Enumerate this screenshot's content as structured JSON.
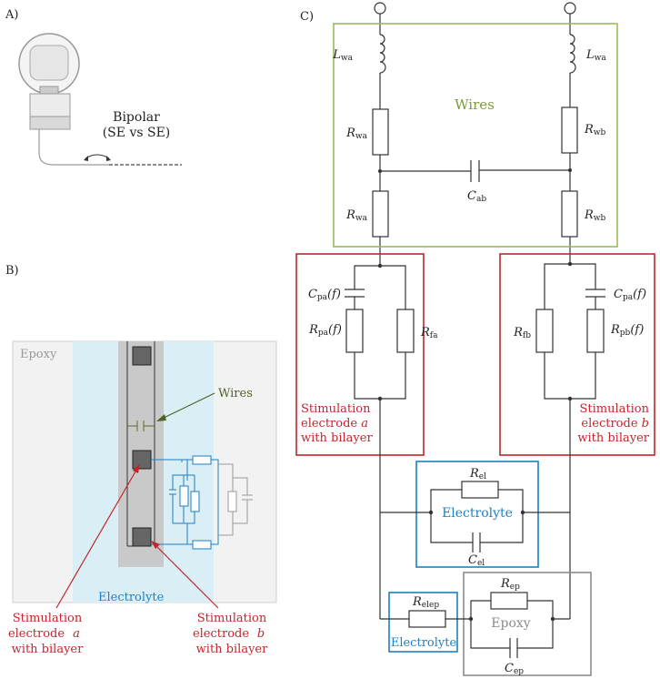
{
  "colors": {
    "wires_green": "#9bbb59",
    "electrode_red": "#c0272d",
    "electrolyte_blue": "#1f7fc1",
    "epoxy_gray": "#8c8c8c",
    "electrolyte_fill": "#daeef6",
    "epoxy_fill": "#f2f2f2",
    "wire_dark": "#333333"
  },
  "panel_a": {
    "label": "A)",
    "title_line1": "Bipolar",
    "title_line2": "(SE vs SE)"
  },
  "panel_b": {
    "label": "B)",
    "epoxy": "Epoxy",
    "wires": "Wires",
    "electrolyte": "Electrolyte",
    "electrode_a": [
      "Stimulation",
      "electrode",
      "a",
      "with bilayer"
    ],
    "electrode_b": [
      "Stimulation",
      "electrode",
      "b",
      "with bilayer"
    ]
  },
  "panel_c": {
    "label": "C)",
    "wires_box": "Wires",
    "electrolyte_box": "Electrolyte",
    "electrolyte_box2": "Electrolyte",
    "epoxy_box": "Epoxy",
    "electrode_a": [
      "Stimulation",
      "electrode",
      "a",
      "with bilayer"
    ],
    "electrode_b": [
      "Stimulation",
      "electrode",
      "b",
      "with bilayer"
    ],
    "components": {
      "Lwa_1": {
        "main": "L",
        "sub": "wa"
      },
      "Lwa_2": {
        "main": "L",
        "sub": "wa"
      },
      "Rwa_1": {
        "main": "R",
        "sub": "wa"
      },
      "Rwb_1": {
        "main": "R",
        "sub": "wb"
      },
      "Cab": {
        "main": "C",
        "sub": "ab"
      },
      "Rwa_2": {
        "main": "R",
        "sub": "wa"
      },
      "Rwb_2": {
        "main": "R",
        "sub": "wb"
      },
      "Cpa_a": {
        "main": "C",
        "sub": "pa",
        "suffix": "(f)"
      },
      "Rpa": {
        "main": "R",
        "sub": "pa",
        "suffix": "(f)"
      },
      "Rfa": {
        "main": "R",
        "sub": "fa"
      },
      "Cpa_b": {
        "main": "C",
        "sub": "pa",
        "suffix": "(f)"
      },
      "Rfb": {
        "main": "R",
        "sub": "fb"
      },
      "Rpb": {
        "main": "R",
        "sub": "pb",
        "suffix": "(f)"
      },
      "Rel": {
        "main": "R",
        "sub": "el"
      },
      "Cel": {
        "main": "C",
        "sub": "el"
      },
      "Relep": {
        "main": "R",
        "sub": "elep"
      },
      "Rep": {
        "main": "R",
        "sub": "ep"
      },
      "Cep": {
        "main": "C",
        "sub": "ep"
      }
    }
  }
}
